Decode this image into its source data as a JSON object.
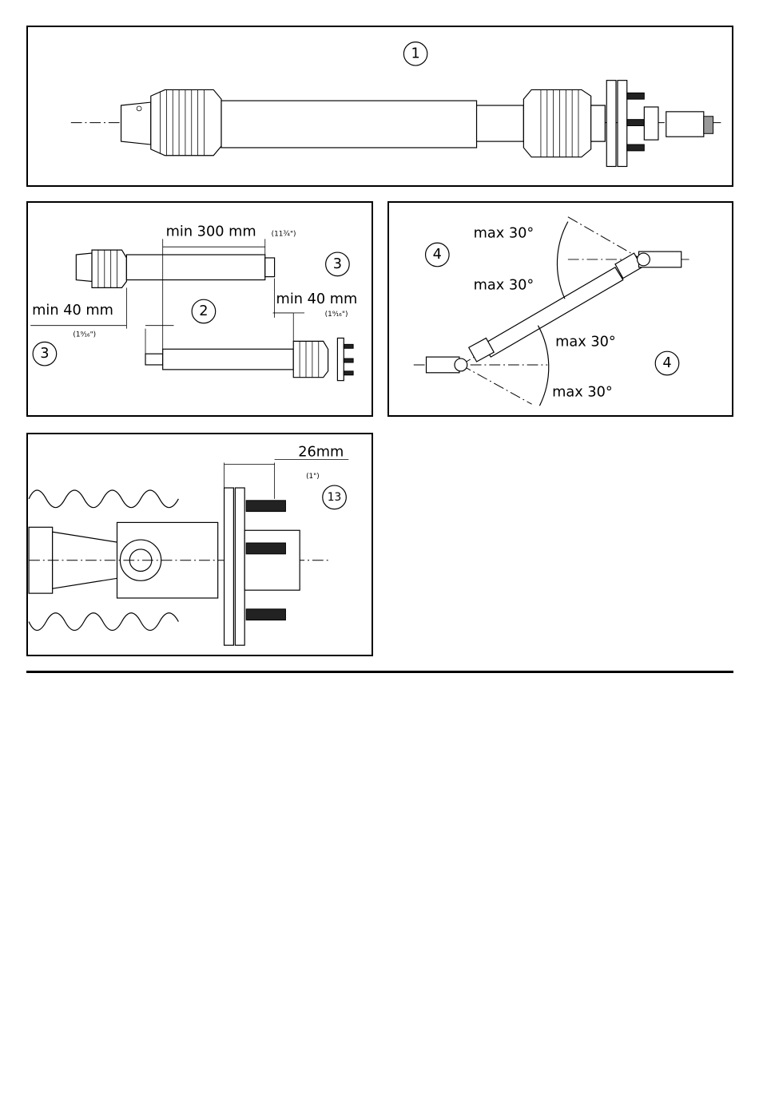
{
  "panel1": {
    "callout": "1"
  },
  "panel2": {
    "dim_top": "min 300 mm",
    "dim_top_inch": "(11¾\")",
    "dim_left": "min 40 mm",
    "dim_left_inch": "(1⁹⁄₁₆\")",
    "dim_right": "min 40 mm",
    "dim_right_inch": "(1⁹⁄₁₆\")",
    "callout_a": "3",
    "callout_b": "2",
    "callout_c": "3"
  },
  "panel3": {
    "angle_1": "max 30°",
    "angle_2": "max 30°",
    "angle_3": "max 30°",
    "angle_4": "max 30°",
    "callout_a": "4",
    "callout_b": "4"
  },
  "panel4": {
    "dim": "26mm",
    "dim_inch": "(1\")",
    "callout": "13"
  }
}
